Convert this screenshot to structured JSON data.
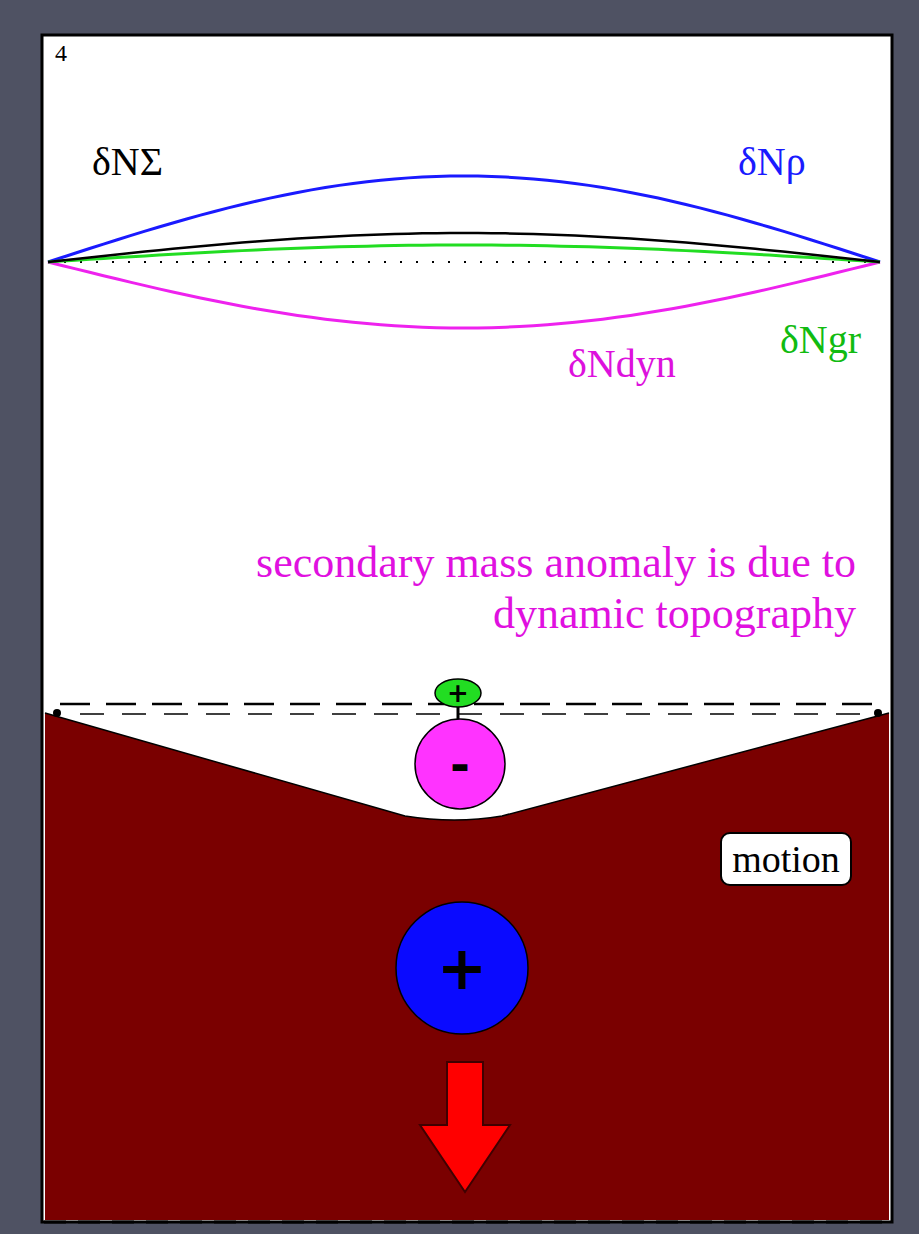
{
  "diagram": {
    "nodes": [
      {
        "text": [
          "+"
        ]
      },
      {
        "text": [
          "-"
        ]
      },
      {
        "text": [
          "+"
        ]
      },
      {
        "text": [
          "motion"
        ]
      }
    ],
    "labels": [
      "4",
      "δNΣ",
      "δNρ",
      "δNgr",
      "δNdyn",
      "secondary mass anomaly is due to dynamic topography"
    ]
  }
}
